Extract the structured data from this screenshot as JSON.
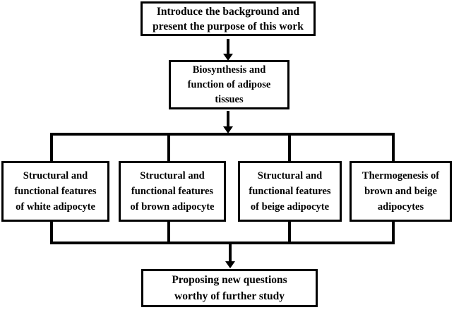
{
  "diagram": {
    "title": "Research workflow flowchart",
    "accent_color": "#000000",
    "background_color": "#ffffff",
    "nodes": {
      "intro": "Introduce the background and\npresent the purpose of this work",
      "biosynthesis": "Biosynthesis and\nfunction of adipose\ntissues",
      "white_adipocyte": "Structural and\nfunctional features\nof white adipocyte",
      "brown_adipocyte": "Structural and\nfunctional features\nof brown adipocyte",
      "beige_adipocyte": "Structural and\nfunctional features\nof beige adipocyte",
      "thermogenesis": "Thermogenesis of\nbrown and beige\nadipocytes",
      "questions": "Proposing new questions\nworthy of further study"
    }
  }
}
